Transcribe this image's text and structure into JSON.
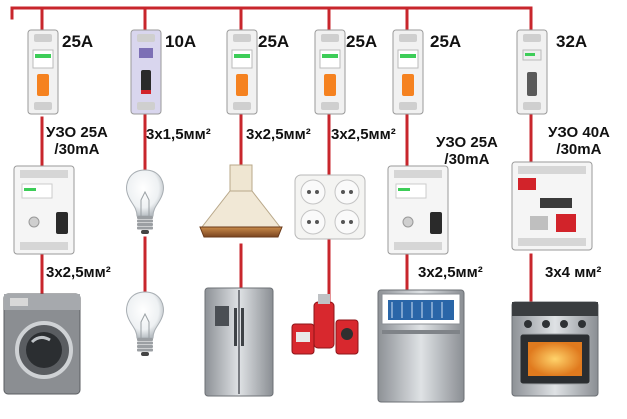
{
  "colors": {
    "wire": "#c8262c",
    "breaker_body": "#f1f1f1",
    "breaker_handle": "#f58220",
    "schneider_green": "#3dcd58",
    "steel": "#b7bbc0",
    "dark": "#2c2c2c"
  },
  "branches": [
    {
      "breaker": {
        "rating": "25A",
        "icon": "green-breaker-icon"
      },
      "protection": {
        "line1": "УЗО 25А",
        "line2": "/30mA",
        "icon": "rcd-2p-icon"
      },
      "upper_cable": "",
      "lower_cable": "3x2,5мм²",
      "upper_load": "",
      "load": {
        "icon": "washing-machine-icon"
      }
    },
    {
      "breaker": {
        "rating": "10A",
        "icon": "purple-breaker-icon"
      },
      "protection": null,
      "upper_cable": "3x1,5мм²",
      "lower_cable": "",
      "upper_load": "light-bulb-icon",
      "load": {
        "icon": "light-bulb-icon"
      }
    },
    {
      "breaker": {
        "rating": "25A",
        "icon": "green-breaker-icon"
      },
      "protection": null,
      "upper_cable": "3x2,5мм²",
      "lower_cable": "",
      "upper_load": "range-hood-icon",
      "load": {
        "icon": "refrigerator-icon"
      }
    },
    {
      "breaker": {
        "rating": "25A",
        "icon": "green-breaker-icon"
      },
      "protection": null,
      "upper_cable": "3x2,5мм²",
      "lower_cable": "",
      "upper_load": "socket-block-icon",
      "load": {
        "icon": "kitchen-appliances-icon"
      }
    },
    {
      "breaker": {
        "rating": "25A",
        "icon": "green-breaker-icon"
      },
      "protection": {
        "line1": "УЗО 25А",
        "line2": "/30mA",
        "icon": "rcd-2p-icon"
      },
      "upper_cable": "",
      "lower_cable": "3x2,5мм²",
      "upper_load": "",
      "load": {
        "icon": "dishwasher-icon"
      }
    },
    {
      "breaker": {
        "rating": "32A",
        "icon": "white-breaker-icon"
      },
      "protection": {
        "line1": "УЗО 40А",
        "line2": "/30mA",
        "icon": "rcd-4p-icon"
      },
      "upper_cable": "",
      "lower_cable": "3x4 мм²",
      "upper_load": "",
      "load": {
        "icon": "electric-stove-icon"
      }
    }
  ]
}
